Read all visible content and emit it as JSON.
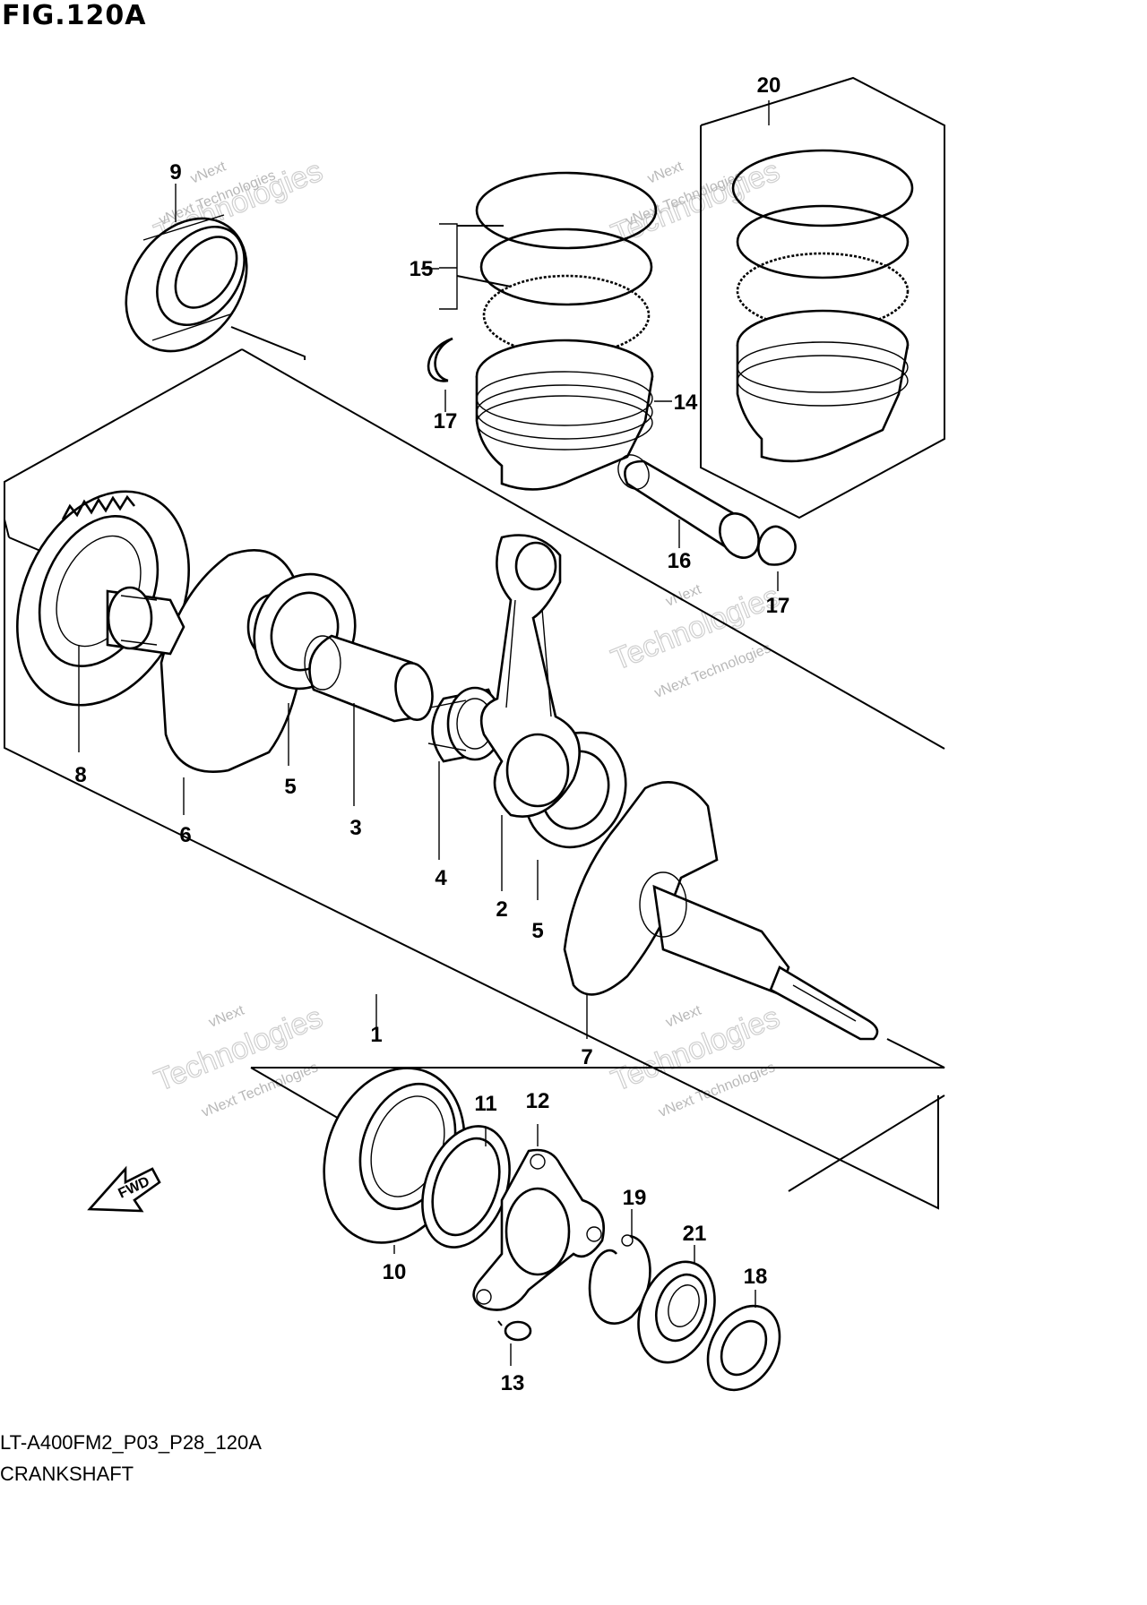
{
  "figure": {
    "title": "FIG.120A",
    "code": "LT-A400FM2_P03_P28_120A",
    "name": "CRANKSHAFT",
    "direction_label": "FWD"
  },
  "watermark": {
    "line1": "vNext Technologies",
    "line2": "Technologies",
    "line3": "vNext"
  },
  "callouts": [
    {
      "id": "callout-1",
      "label": "1"
    },
    {
      "id": "callout-2",
      "label": "2"
    },
    {
      "id": "callout-3",
      "label": "3"
    },
    {
      "id": "callout-4",
      "label": "4"
    },
    {
      "id": "callout-5a",
      "label": "5"
    },
    {
      "id": "callout-5b",
      "label": "5"
    },
    {
      "id": "callout-6",
      "label": "6"
    },
    {
      "id": "callout-7",
      "label": "7"
    },
    {
      "id": "callout-8",
      "label": "8"
    },
    {
      "id": "callout-9",
      "label": "9"
    },
    {
      "id": "callout-10",
      "label": "10"
    },
    {
      "id": "callout-11",
      "label": "11"
    },
    {
      "id": "callout-12",
      "label": "12"
    },
    {
      "id": "callout-13",
      "label": "13"
    },
    {
      "id": "callout-14",
      "label": "14"
    },
    {
      "id": "callout-15",
      "label": "15"
    },
    {
      "id": "callout-16",
      "label": "16"
    },
    {
      "id": "callout-17a",
      "label": "17"
    },
    {
      "id": "callout-17b",
      "label": "17"
    },
    {
      "id": "callout-18",
      "label": "18"
    },
    {
      "id": "callout-19",
      "label": "19"
    },
    {
      "id": "callout-20",
      "label": "20"
    },
    {
      "id": "callout-21",
      "label": "21"
    }
  ]
}
